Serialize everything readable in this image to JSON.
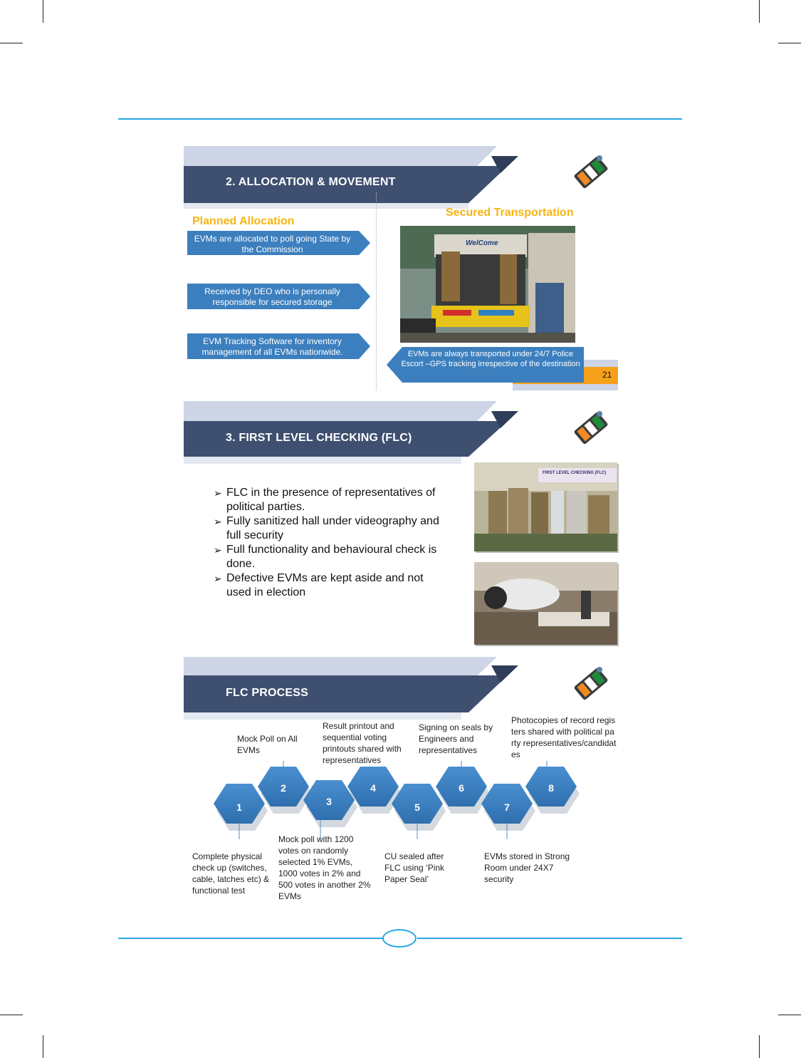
{
  "slide1": {
    "title": "2. ALLOCATION & MOVEMENT",
    "left_heading": "Planned Allocation",
    "right_heading": "Secured Transportation",
    "arrows": [
      "EVMs are allocated to poll going State by the Commission",
      "Received by DEO who is personally responsible for secured storage",
      "EVM Tracking Software for inventory management  of all EVMs nationwide."
    ],
    "transport_note": "EVMs are always transported under 24/7 Police Escort –GPS tracking irrespective of the destination",
    "truck_sign": "WelCome",
    "page_number": "21"
  },
  "slide2": {
    "title": "3. FIRST LEVEL CHECKING (FLC)",
    "bullets": [
      "FLC in the presence of representatives of political parties.",
      "Fully sanitized hall under videography and full security",
      "Full functionality and behavioural check is done.",
      "Defective EVMs are kept aside and not used in election"
    ],
    "bullet_marker": "➢",
    "photo_banner": "FIRST LEVEL CHECKING (FLC)"
  },
  "slide3": {
    "title": "FLC PROCESS",
    "steps": [
      {
        "num": "1",
        "text": "Complete physical check up (switches, cable, latches etc) & functional test"
      },
      {
        "num": "2",
        "text": "Mock Poll on All EVMs"
      },
      {
        "num": "3",
        "text": "Mock poll with 1200 votes on randomly selected 1% EVMs, 1000 votes in 2% and 500 votes in another 2% EVMs"
      },
      {
        "num": "4",
        "text": "Result printout  and sequential voting printouts shared with representatives"
      },
      {
        "num": "5",
        "text": "CU sealed after FLC using ‘Pink Paper Seal’"
      },
      {
        "num": "6",
        "text": "Signing on seals by Engineers and representatives"
      },
      {
        "num": "7",
        "text": "EVMs stored in Strong Room under 24X7 security"
      },
      {
        "num": "8",
        "text": "Photocopies of record registers shared with political party representatives/candidates"
      }
    ]
  },
  "colors": {
    "header_dark": "#3e4f70",
    "header_light": "#cdd5e6",
    "accent_orange": "#f7b411",
    "arrow_blue": "#3c7fbe",
    "rule_blue": "#29a9e0"
  }
}
